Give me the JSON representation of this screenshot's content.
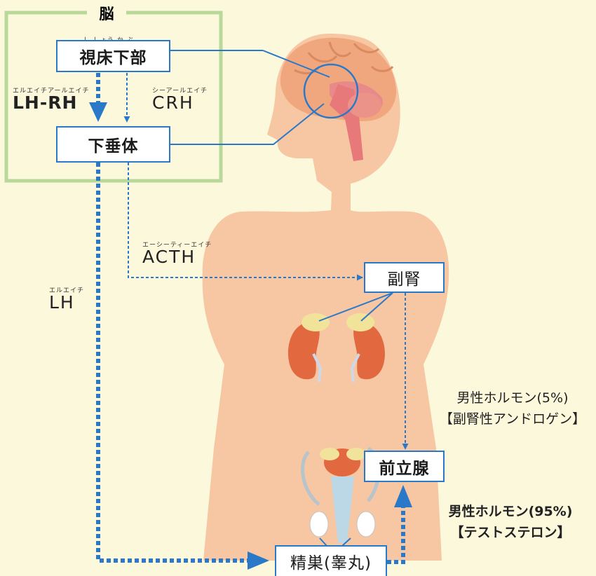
{
  "brain_label": "脳",
  "nodes": {
    "hypothalamus": {
      "label": "視床下部",
      "ruby": "し しょう か ぶ"
    },
    "pituitary": {
      "label": "下垂体"
    },
    "adrenal": {
      "label": "副腎"
    },
    "prostate": {
      "label": "前立腺"
    },
    "testis": {
      "label": "精巣(睾丸)"
    }
  },
  "hormones": {
    "lh_rh": {
      "label": "LH-RH",
      "ruby": "エルエイチアールエイチ"
    },
    "crh": {
      "label": "CRH",
      "ruby": "シーアールエイチ"
    },
    "acth": {
      "label": "ACTH",
      "ruby": "エーシーティーエイチ"
    },
    "lh": {
      "label": "LH",
      "ruby": "エルエイチ"
    }
  },
  "notes": {
    "adrenal_androgen": {
      "line1": "男性ホルモン(5%)",
      "line2": "【副腎性アンドロゲン】"
    },
    "testosterone": {
      "line1": "男性ホルモン(95%)",
      "line2": "【テストステロン】"
    }
  },
  "colors": {
    "background": "#fbf8dc",
    "brain_box": "#b9d99a",
    "arrow_blue": "#2a78c8",
    "skin": "#f7c6a3",
    "brain": "#f0a77e",
    "kidney": "#e2693f",
    "adrenal_gland": "#f1e49a"
  }
}
